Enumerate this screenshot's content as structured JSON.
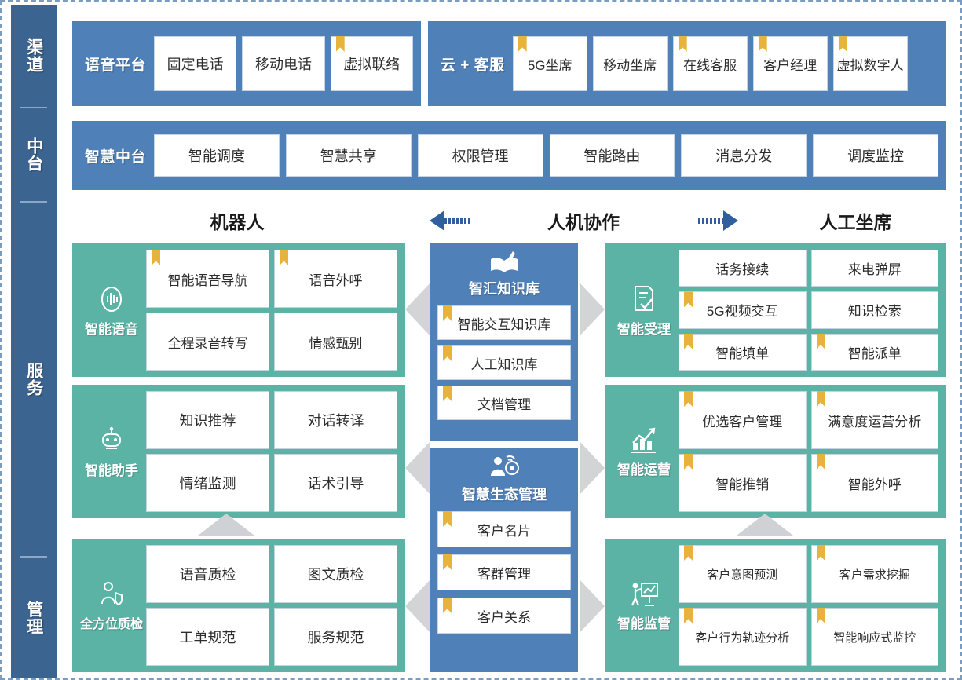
{
  "sidebar": {
    "segments": [
      {
        "label": "渠道",
        "name": "channel"
      },
      {
        "label": "中台",
        "name": "middle-platform"
      },
      {
        "label": "服务",
        "name": "service"
      },
      {
        "label": "管理",
        "name": "management"
      }
    ]
  },
  "channel": {
    "voice_platform": {
      "label": "语音平台",
      "tiles": [
        {
          "label": "固定电话",
          "bookmark": false
        },
        {
          "label": "移动电话",
          "bookmark": false
        },
        {
          "label": "虚拟联络",
          "bookmark": true
        }
      ]
    },
    "cloud_service": {
      "label": "云 + 客服",
      "tiles": [
        {
          "label": "5G坐席",
          "bookmark": true
        },
        {
          "label": "移动坐席",
          "bookmark": false
        },
        {
          "label": "在线客服",
          "bookmark": true
        },
        {
          "label": "客户经理",
          "bookmark": true
        },
        {
          "label": "虚拟数字人",
          "bookmark": true
        }
      ]
    }
  },
  "middle_platform": {
    "label": "智慧中台",
    "tiles": [
      {
        "label": "智能调度"
      },
      {
        "label": "智慧共享"
      },
      {
        "label": "权限管理"
      },
      {
        "label": "智能路由"
      },
      {
        "label": "消息分发"
      },
      {
        "label": "调度监控"
      }
    ]
  },
  "collaboration": {
    "left_title": "机器人",
    "center_title": "人机协作",
    "right_title": "人工坐席",
    "arrow_color": "#2f5f9e"
  },
  "service": {
    "left_panels": [
      {
        "label": "智能语音",
        "icon": "voice-wave-icon",
        "tiles": [
          {
            "label": "智能语音导航",
            "bookmark": true
          },
          {
            "label": "语音外呼",
            "bookmark": true
          },
          {
            "label": "全程录音转写",
            "bookmark": false
          },
          {
            "label": "情感甄别",
            "bookmark": false
          }
        ]
      },
      {
        "label": "智能助手",
        "icon": "robot-icon",
        "tiles": [
          {
            "label": "知识推荐",
            "bookmark": false
          },
          {
            "label": "对话转译",
            "bookmark": false
          },
          {
            "label": "情绪监测",
            "bookmark": false
          },
          {
            "label": "话术引导",
            "bookmark": false
          }
        ]
      },
      {
        "label": "全方位质检",
        "icon": "person-shield-icon",
        "tiles": [
          {
            "label": "语音质检",
            "bookmark": false
          },
          {
            "label": "图文质检",
            "bookmark": false
          },
          {
            "label": "工单规范",
            "bookmark": false
          },
          {
            "label": "服务规范",
            "bookmark": false
          }
        ]
      }
    ],
    "center_panels": [
      {
        "label": "智汇知识库",
        "icon": "open-book-pen-icon",
        "tiles": [
          {
            "label": "智能交互知识库",
            "bookmark": true
          },
          {
            "label": "人工知识库",
            "bookmark": true
          },
          {
            "label": "文档管理",
            "bookmark": true
          }
        ]
      },
      {
        "label": "智慧生态管理",
        "icon": "person-network-icon",
        "tiles": [
          {
            "label": "客户名片",
            "bookmark": true
          },
          {
            "label": "客群管理",
            "bookmark": true
          },
          {
            "label": "客户关系",
            "bookmark": true
          }
        ]
      }
    ],
    "right_panels": [
      {
        "label": "智能受理",
        "icon": "document-check-icon",
        "tiles": [
          {
            "label": "话务接续",
            "bookmark": false
          },
          {
            "label": "来电弹屏",
            "bookmark": false
          },
          {
            "label": "5G视频交互",
            "bookmark": true
          },
          {
            "label": "知识检索",
            "bookmark": false
          },
          {
            "label": "智能填单",
            "bookmark": true
          },
          {
            "label": "智能派单",
            "bookmark": true
          }
        ]
      },
      {
        "label": "智能运营",
        "icon": "chart-growth-icon",
        "tiles": [
          {
            "label": "优选客户管理",
            "bookmark": true
          },
          {
            "label": "满意度运营分析",
            "bookmark": true
          },
          {
            "label": "智能推销",
            "bookmark": true
          },
          {
            "label": "智能外呼",
            "bookmark": true
          }
        ]
      },
      {
        "label": "智能监管",
        "icon": "presenter-board-icon",
        "tiles": [
          {
            "label": "客户意图预测",
            "bookmark": true
          },
          {
            "label": "客户需求挖掘",
            "bookmark": true
          },
          {
            "label": "客户行为轨迹分析",
            "bookmark": true
          },
          {
            "label": "智能响应式监控",
            "bookmark": true
          }
        ]
      }
    ]
  },
  "colors": {
    "sidebar_blue": "#3b6490",
    "panel_blue": "#4f81b8",
    "panel_green": "#5bb3a5",
    "bookmark_gold": "#e8b33c",
    "connector_gray": "#d2d4d6"
  }
}
